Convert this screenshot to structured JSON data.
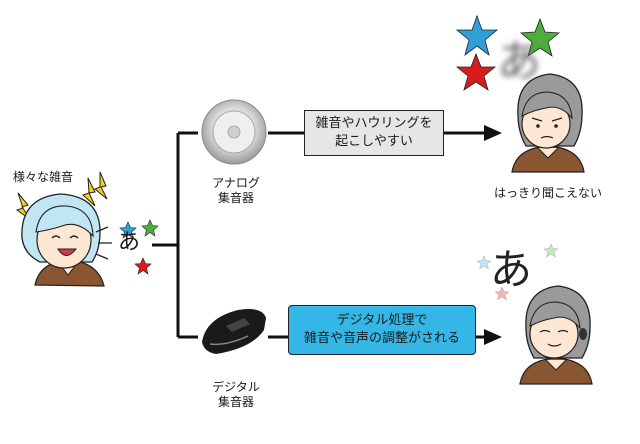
{
  "speaker": {
    "label": "様々な雑音"
  },
  "sound_char": "あ",
  "analog": {
    "label_line1": "アナログ",
    "label_line2": "集音器",
    "box_line1": "雑音やハウリングを",
    "box_line2": "起こしやすい",
    "box_color": "#e6e6e6",
    "result": "はっきり聞こえない"
  },
  "digital": {
    "label_line1": "デジタル",
    "label_line2": "集音器",
    "box_line1": "デジタル処理で",
    "box_line2": "雑音や音声の調整がされる",
    "box_color": "#34b7e6"
  },
  "colors": {
    "star_blue": "#2f9fd8",
    "star_green": "#4cae3d",
    "star_red": "#d81b1b",
    "lightning": "#f2d21b",
    "hair_speaker": "#bfe6f2",
    "hair_listener": "#9a9a9a",
    "shirt": "#8a5632",
    "skin": "#fde6d2"
  }
}
